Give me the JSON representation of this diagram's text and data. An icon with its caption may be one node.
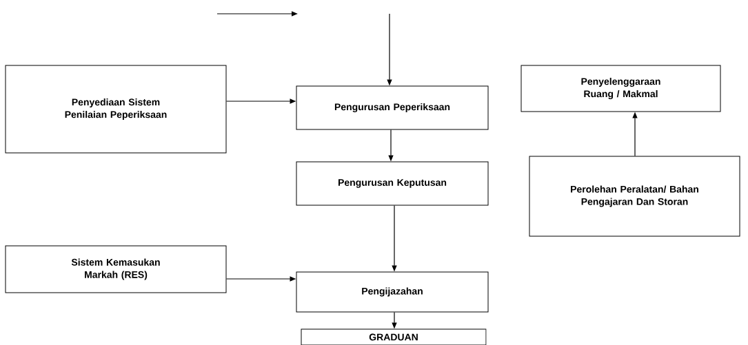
{
  "diagram": {
    "nodes": [
      {
        "text": [
          "Penyediaan Sistem Penilaian Peperiksaan"
        ]
      },
      {
        "text": [
          "Pengurusan Peperiksaan"
        ]
      },
      {
        "text": [
          "Pengurusan Keputusan"
        ]
      },
      {
        "text": [
          "Penyelenggaraan Ruang / Makmal"
        ]
      },
      {
        "text": [
          "Perolehan Peralatan/ Bahan Pengajaran Dan Storan"
        ]
      },
      {
        "text": [
          "Sistem Kemasukan Markah (RES)"
        ]
      },
      {
        "text": [
          "Pengijazahan"
        ]
      },
      {
        "text": [
          "GRADUAN"
        ]
      }
    ],
    "edges": [
      {
        "from": null,
        "to": 1,
        "arrow": "to"
      },
      {
        "from": 0,
        "to": 1,
        "arrow": "to"
      },
      {
        "from": 1,
        "to": 2,
        "arrow": "to"
      },
      {
        "from": 2,
        "to": 6,
        "arrow": "to"
      },
      {
        "from": 5,
        "to": 6,
        "arrow": "to"
      },
      {
        "from": 6,
        "to": 7,
        "arrow": "to"
      },
      {
        "from": 4,
        "to": 3,
        "arrow": "to"
      }
    ]
  }
}
